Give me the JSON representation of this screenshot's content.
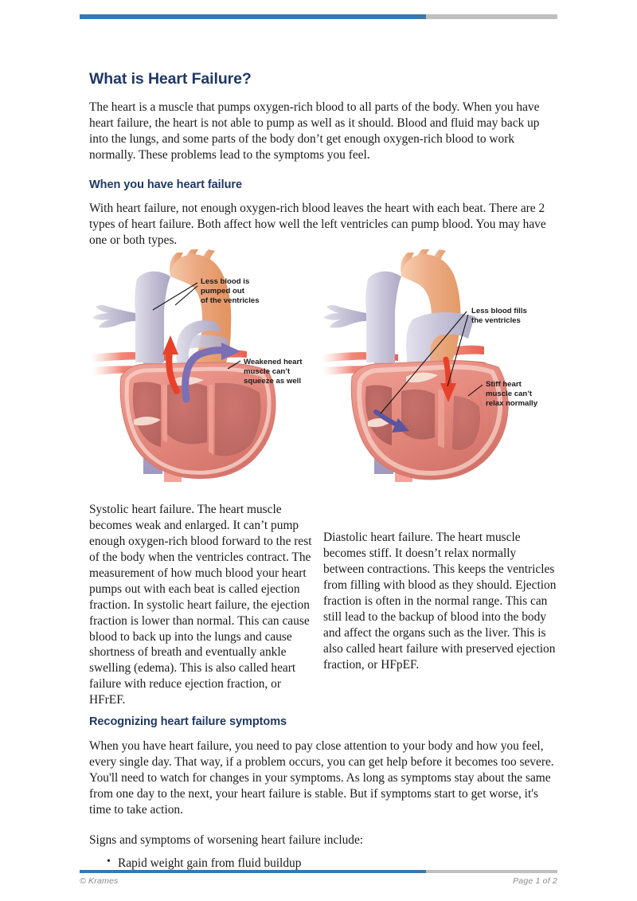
{
  "document": {
    "title": "What is Heart Failure?",
    "intro": "The heart is a muscle that pumps oxygen-rich blood to all parts of the body. When you have heart failure, the heart is not able to pump as well as it should. Blood and fluid may back up into the lungs, and some parts of the body don’t get enough oxygen-rich blood to work normally. These problems lead to the symptoms you feel."
  },
  "section_when": {
    "heading": "When you have heart failure",
    "paragraph": "With heart failure, not enough oxygen-rich blood leaves the heart with each beat. There are 2 types of heart failure. Both affect how well the left ventricles can pump blood. You may have one or both types."
  },
  "figures": {
    "systolic": {
      "callout_1": "Less blood is",
      "callout_1b": "pumped out",
      "callout_1c": "of the ventricles",
      "callout_2": "Weakened heart",
      "callout_2b": "muscle can’t",
      "callout_2c": "squeeze as well"
    },
    "diastolic": {
      "callout_1": "Less blood fills",
      "callout_1b": "the ventricles",
      "callout_2": "Stiff heart",
      "callout_2b": "muscle can’t",
      "callout_2c": "relax normally"
    }
  },
  "columns": {
    "systolic": "Systolic heart failure.  The heart muscle becomes weak and enlarged. It can’t pump enough oxygen-rich blood forward to the rest of the body when the ventricles contract. The measurement of how much blood your heart pumps out with each beat is called ejection fraction. In systolic heart failure, the ejection fraction is lower than normal. This can cause blood to back up into the lungs and cause shortness of breath and eventually ankle swelling (edema). This is also called heart failure with reduce ejection fraction, or HFrEF.",
    "diastolic": "Diastolic heart failure.  The heart muscle becomes stiff. It doesn’t relax normally between contractions. This keeps the ventricles from filling with blood as they should. Ejection fraction is often in the normal range. This can still lead to the backup of blood into the body and affect the organs such as the liver. This is also called heart failure with preserved ejection fraction, or HFpEF."
  },
  "section_symptoms": {
    "heading": "Recognizing heart failure symptoms",
    "paragraph": "When you have heart failure, you need to pay close attention to your body and how you feel, every single day. That way, if a problem occurs, you can get help before it becomes too severe. You'll need to watch for changes in your symptoms. As long as symptoms stay about the same from one day to the next, your heart failure is stable. But if symptoms start to get worse, it's time to take action.",
    "lead_in": "Signs and symptoms of worsening heart failure include:",
    "items": [
      "Rapid weight gain from fluid buildup"
    ]
  },
  "footer": {
    "copyright": "© Krames",
    "page": "Page 1 of 2"
  },
  "colors": {
    "accent_blue": "#3a77ae",
    "rule_grey": "#bfbfbf",
    "heading_navy": "#1f3864",
    "body_text": "#1a1a1a",
    "footer_text": "#8a8a8a",
    "heart_muscle": "#e8897f",
    "heart_chamber": "#c4706c",
    "aorta_peach": "#eead8c",
    "vessel_lavender": "#c6c3d6",
    "arrow_red": "#e8412a",
    "arrow_purple": "#7b6fb5"
  }
}
